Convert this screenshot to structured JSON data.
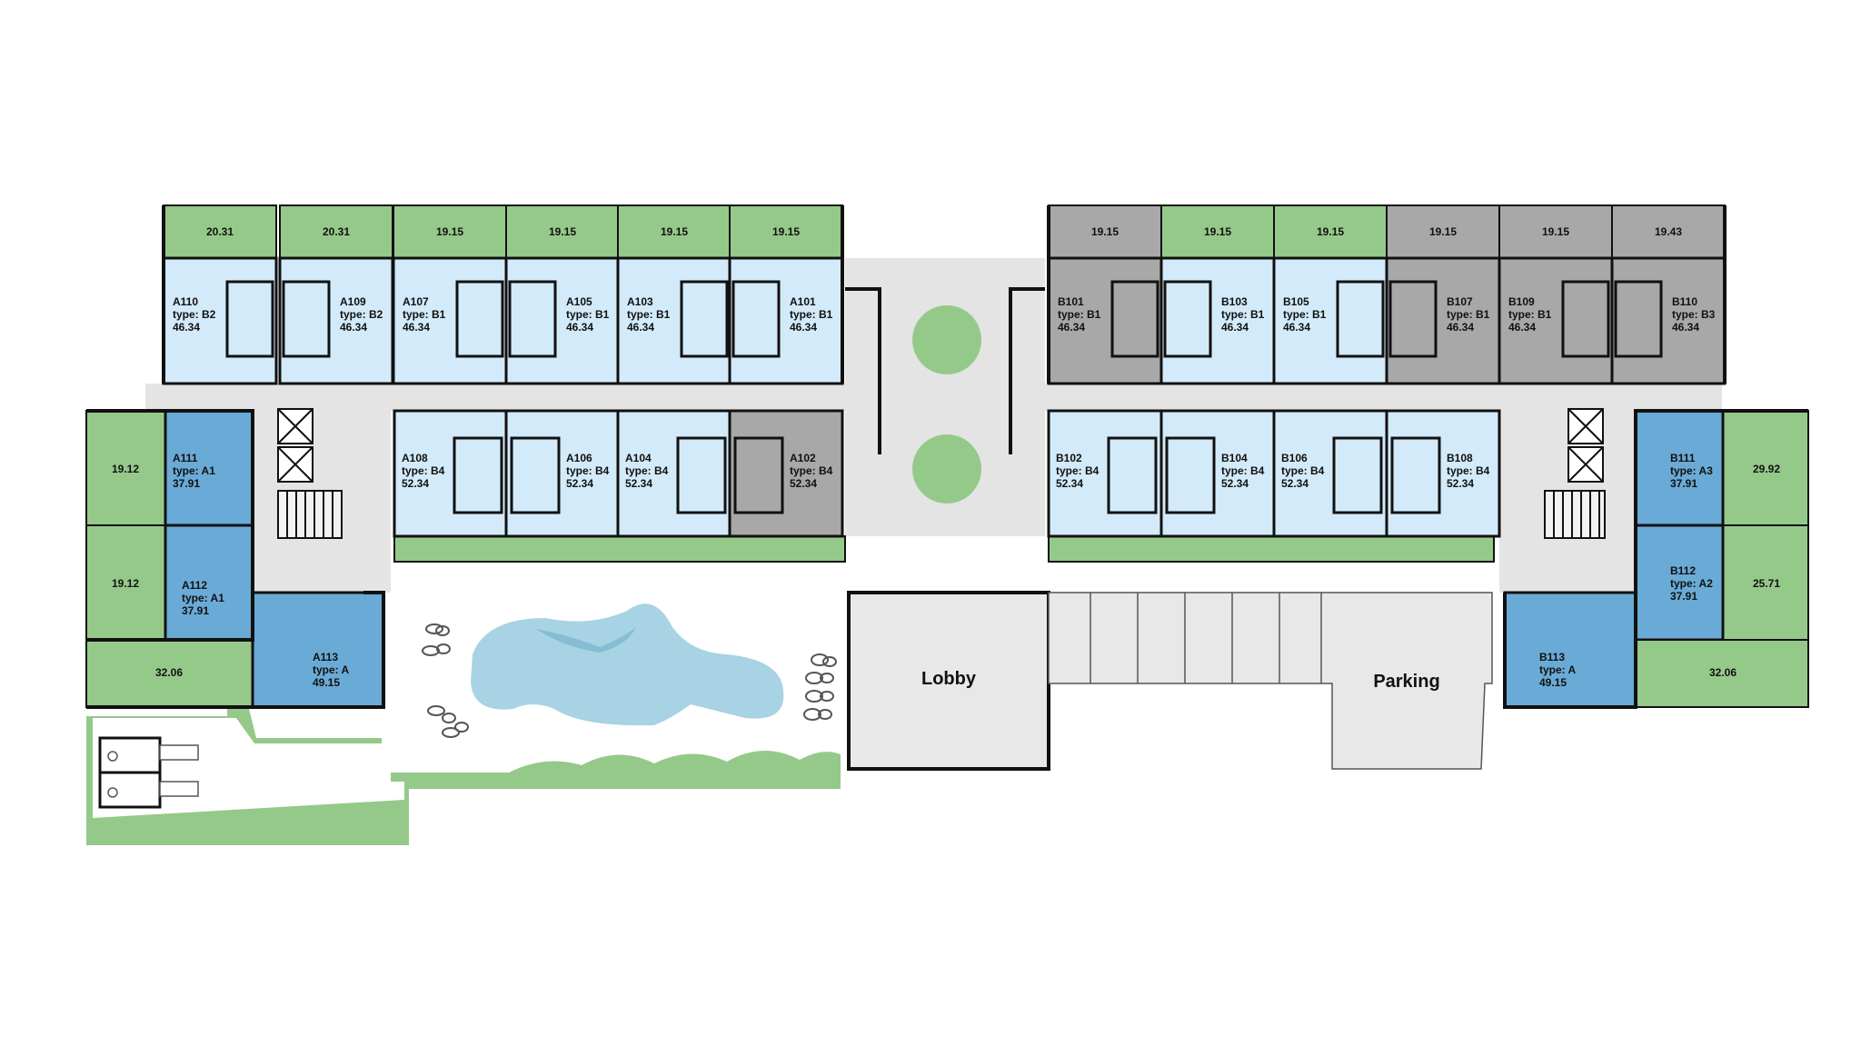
{
  "colors": {
    "available": "#d3eafa",
    "occupied": "#a8a8a8",
    "type_a": "#6aaad6",
    "terrace_green": "#95c98a",
    "wall": "#111111",
    "corridor": "#e4e4e4",
    "pool": "#a7d3e4",
    "building": "#e8e8e8"
  },
  "units": [
    {
      "id": "A110",
      "type": "type: B2",
      "area": "46.34",
      "terrace": "20.31",
      "status": "available"
    },
    {
      "id": "A109",
      "type": "type: B2",
      "area": "46.34",
      "terrace": "20.31",
      "status": "available"
    },
    {
      "id": "A107",
      "type": "type: B1",
      "area": "46.34",
      "terrace": "19.15",
      "status": "available"
    },
    {
      "id": "A105",
      "type": "type: B1",
      "area": "46.34",
      "terrace": "19.15",
      "status": "available"
    },
    {
      "id": "A103",
      "type": "type: B1",
      "area": "46.34",
      "terrace": "19.15",
      "status": "available"
    },
    {
      "id": "A101",
      "type": "type: B1",
      "area": "46.34",
      "terrace": "19.15",
      "status": "available"
    },
    {
      "id": "B101",
      "type": "type: B1",
      "area": "46.34",
      "terrace": "19.15",
      "status": "occupied"
    },
    {
      "id": "B103",
      "type": "type: B1",
      "area": "46.34",
      "terrace": "19.15",
      "status": "available"
    },
    {
      "id": "B105",
      "type": "type: B1",
      "area": "46.34",
      "terrace": "19.15",
      "status": "available"
    },
    {
      "id": "B107",
      "type": "type: B1",
      "area": "46.34",
      "terrace": "19.15",
      "status": "occupied"
    },
    {
      "id": "B109",
      "type": "type: B1",
      "area": "46.34",
      "terrace": "19.15",
      "status": "occupied"
    },
    {
      "id": "B110",
      "type": "type: B3",
      "area": "46.34",
      "terrace": "19.43",
      "status": "occupied"
    },
    {
      "id": "A108",
      "type": "type: B4",
      "area": "52.34",
      "status": "available"
    },
    {
      "id": "A106",
      "type": "type: B4",
      "area": "52.34",
      "status": "available"
    },
    {
      "id": "A104",
      "type": "type: B4",
      "area": "52.34",
      "status": "available"
    },
    {
      "id": "A102",
      "type": "type: B4",
      "area": "52.34",
      "status": "occupied"
    },
    {
      "id": "B102",
      "type": "type: B4",
      "area": "52.34",
      "status": "available"
    },
    {
      "id": "B104",
      "type": "type: B4",
      "area": "52.34",
      "status": "available"
    },
    {
      "id": "B106",
      "type": "type: B4",
      "area": "52.34",
      "status": "available"
    },
    {
      "id": "B108",
      "type": "type: B4",
      "area": "52.34",
      "status": "available"
    },
    {
      "id": "A111",
      "type": "type: A1",
      "area": "37.91",
      "terrace": "19.12",
      "status": "type_a"
    },
    {
      "id": "A112",
      "type": "type: A1",
      "area": "37.91",
      "terrace": "19.12",
      "status": "type_a"
    },
    {
      "id": "A113",
      "type": "type: A",
      "area": "49.15",
      "terrace": "32.06",
      "status": "type_a"
    },
    {
      "id": "B111",
      "type": "type: A3",
      "area": "37.91",
      "terrace": "29.92",
      "status": "type_a"
    },
    {
      "id": "B112",
      "type": "type: A2",
      "area": "37.91",
      "terrace": "25.71",
      "status": "type_a"
    },
    {
      "id": "B113",
      "type": "type: A",
      "area": "49.15",
      "terrace": "32.06",
      "status": "type_a"
    }
  ],
  "facilities": {
    "lobby": "Lobby",
    "parking": "Parking"
  }
}
